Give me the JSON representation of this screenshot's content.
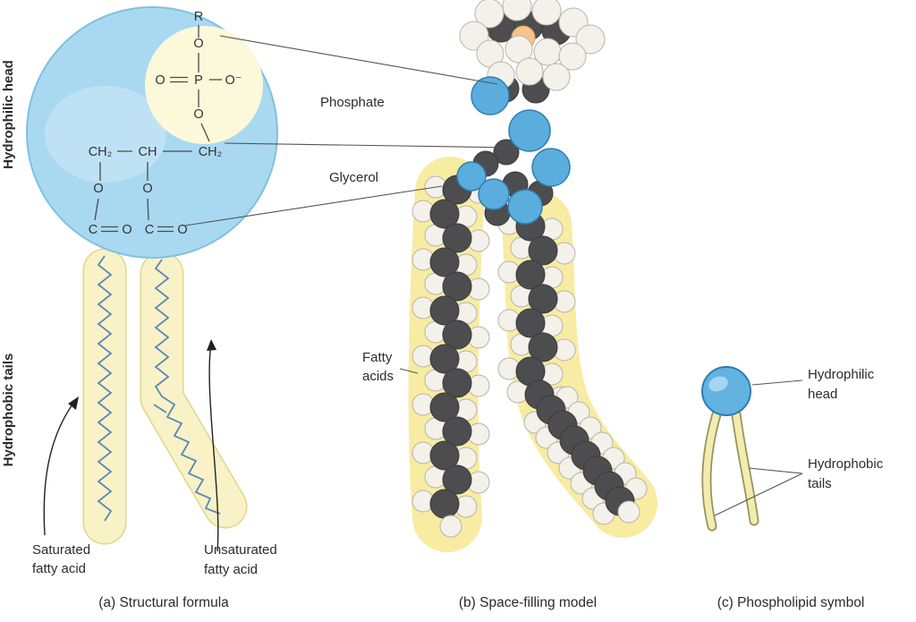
{
  "colors": {
    "head_blue": "#a9d9f1",
    "head_edge": "#7fc0e2",
    "cream": "#fcf8da",
    "tail_yellow": "#f8f2c6",
    "tail_edge": "#e4d48e",
    "model_yellow": "#f7eca2",
    "zigzag_blue": "#5c88b8",
    "sphere_blue": "#5badde",
    "carbon_gray": "#4d4d4f",
    "hydrogen_white": "#f3f1ea",
    "nitrogen_orange": "#f4c48c",
    "symbol_blue": "#62b3e0",
    "annotation_line": "#555555"
  },
  "side_labels": {
    "hydrophilic": "Hydrophilic head",
    "hydrophobic": "Hydrophobic tails"
  },
  "formula": {
    "r": "R",
    "o": "O",
    "p": "P",
    "o_minus": "O⁻",
    "ch2": "CH₂",
    "ch": "CH",
    "c": "C"
  },
  "labels": {
    "phosphate": "Phosphate",
    "glycerol": "Glycerol",
    "fatty_line1": "Fatty",
    "fatty_line2": "acids",
    "saturated_line1": "Saturated",
    "saturated_line2": "fatty acid",
    "unsaturated_line1": "Unsaturated",
    "unsaturated_line2": "fatty acid",
    "symbol_head_line1": "Hydrophilic",
    "symbol_head_line2": "head",
    "symbol_tails_line1": "Hydrophobic",
    "symbol_tails_line2": "tails"
  },
  "captions": {
    "a": "(a) Structural formula",
    "b": "(b) Space-filling model",
    "c": "(c) Phospholipid symbol"
  }
}
